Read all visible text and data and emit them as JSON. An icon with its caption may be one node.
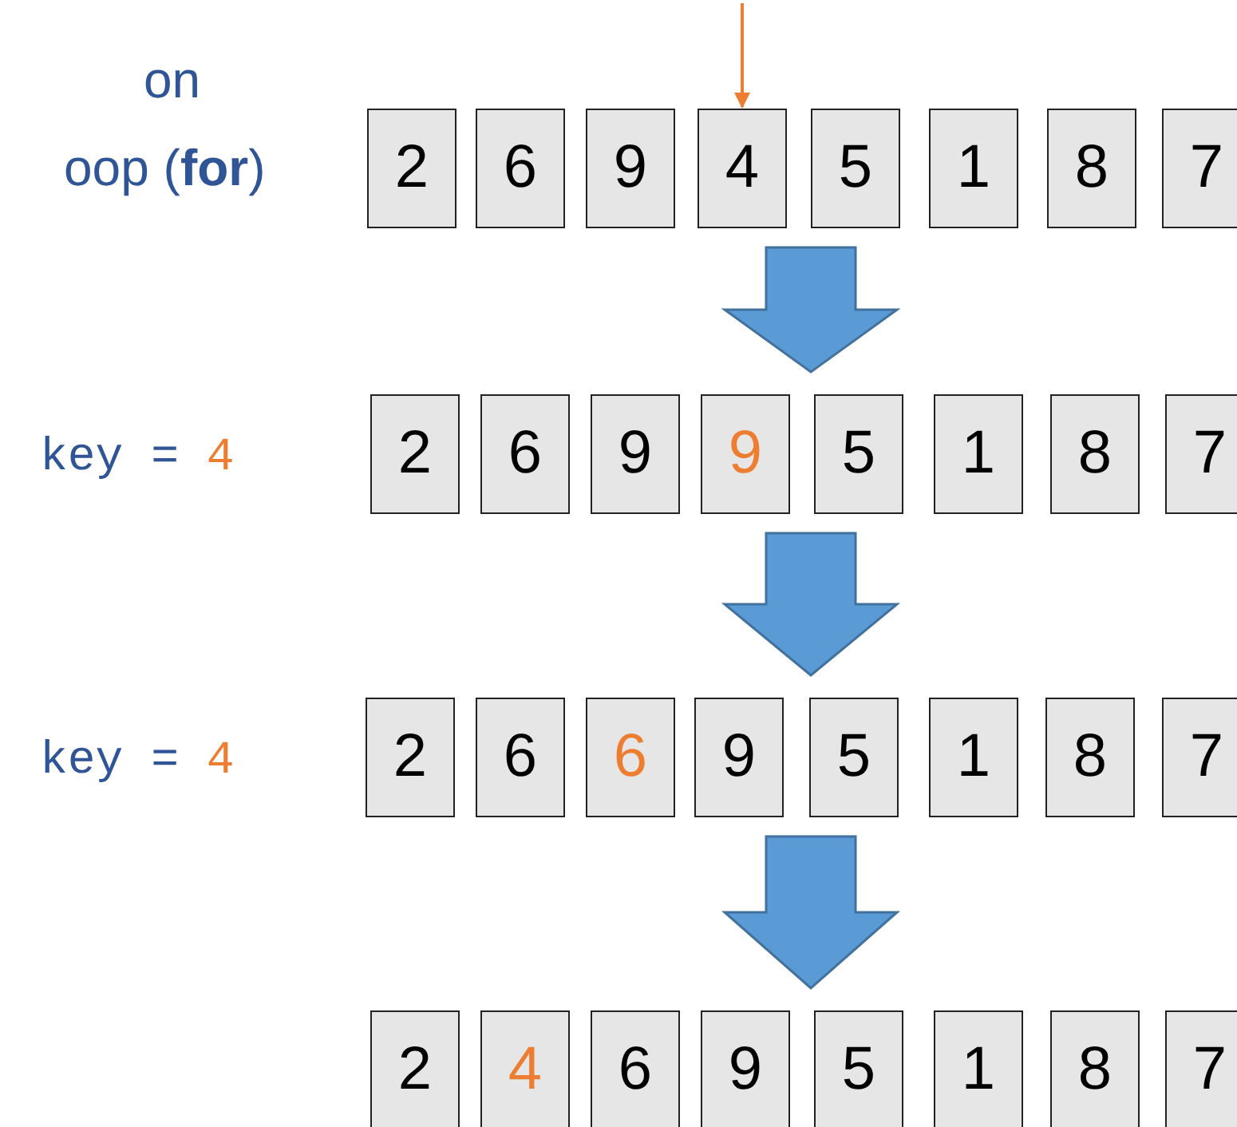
{
  "diagram": {
    "nodes": [
      {
        "text": [
          "2"
        ]
      },
      {
        "text": [
          "6"
        ]
      },
      {
        "text": [
          "9"
        ]
      },
      {
        "text": [
          "4"
        ]
      },
      {
        "text": [
          "5"
        ]
      },
      {
        "text": [
          "1"
        ]
      },
      {
        "text": [
          "8"
        ]
      },
      {
        "text": [
          "7"
        ]
      },
      {
        "text": [
          "2"
        ]
      },
      {
        "text": [
          "6"
        ]
      },
      {
        "text": [
          "9"
        ]
      },
      {
        "text": [
          "9"
        ]
      },
      {
        "text": [
          "5"
        ]
      },
      {
        "text": [
          "1"
        ]
      },
      {
        "text": [
          "8"
        ]
      },
      {
        "text": [
          "7"
        ]
      },
      {
        "text": [
          "2"
        ]
      },
      {
        "text": [
          "6"
        ]
      },
      {
        "text": [
          "6"
        ]
      },
      {
        "text": [
          "9"
        ]
      },
      {
        "text": [
          "5"
        ]
      },
      {
        "text": [
          "1"
        ]
      },
      {
        "text": [
          "8"
        ]
      },
      {
        "text": [
          "7"
        ]
      },
      {
        "text": [
          "2"
        ]
      },
      {
        "text": [
          "4"
        ]
      },
      {
        "text": [
          "6"
        ]
      },
      {
        "text": [
          "9"
        ]
      },
      {
        "text": [
          "5"
        ]
      },
      {
        "text": [
          "1"
        ]
      },
      {
        "text": [
          "8"
        ]
      },
      {
        "text": [
          "7"
        ]
      }
    ],
    "edges": [
      {
        "from": null,
        "to": 3,
        "arrow": "to",
        "color": "#ed7d31"
      },
      {
        "from": 4,
        "to": 12,
        "arrow": "to",
        "style": "thick",
        "color": "#5b9bd5"
      },
      {
        "from": 12,
        "to": 20,
        "arrow": "to",
        "style": "thick",
        "color": "#5b9bd5"
      },
      {
        "from": 20,
        "to": 28,
        "arrow": "to",
        "style": "thick",
        "color": "#5b9bd5"
      }
    ],
    "labels": [
      "on",
      "oop (**for**)",
      "key = 4",
      "key = 4"
    ]
  }
}
